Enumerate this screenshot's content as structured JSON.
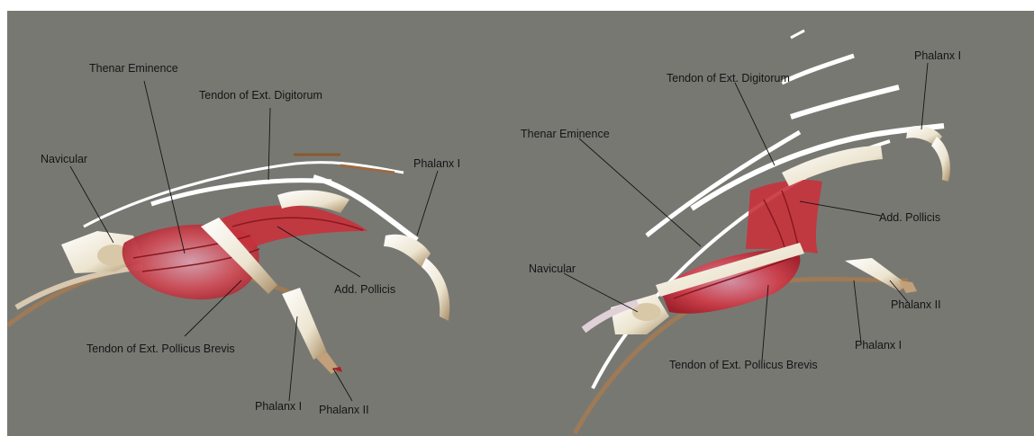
{
  "views": [
    {
      "labels": {
        "thenar_eminence": "Thenar Eminence",
        "tendon_ext_digitorum": "Tendon of Ext. Digitorum",
        "navicular": "Navicular",
        "phalanx_i_top": "Phalanx I",
        "add_pollicis": "Add. Pollicis",
        "tendon_ext_pollicus_brevis": "Tendon of Ext. Pollicus Brevis",
        "phalanx_i_bottom": "Phalanx I",
        "phalanx_ii": "Phalanx II"
      }
    },
    {
      "labels": {
        "phalanx_i_top": "Phalanx I",
        "tendon_ext_digitorum": "Tendon of Ext. Digitorum",
        "thenar_eminence": "Thenar Eminence",
        "add_pollicis": "Add. Pollicis",
        "navicular": "Navicular",
        "phalanx_ii": "Phalanx II",
        "phalanx_i_bottom": "Phalanx I",
        "tendon_ext_pollicus_brevis": "Tendon of Ext. Pollicus Brevis"
      }
    }
  ],
  "colors": {
    "background": "#787873",
    "muscle": "#c8323c",
    "bone": "#f2eee2",
    "bone_shadow": "#b09870",
    "tendon": "#ffffff",
    "leader_line": "#141414"
  }
}
